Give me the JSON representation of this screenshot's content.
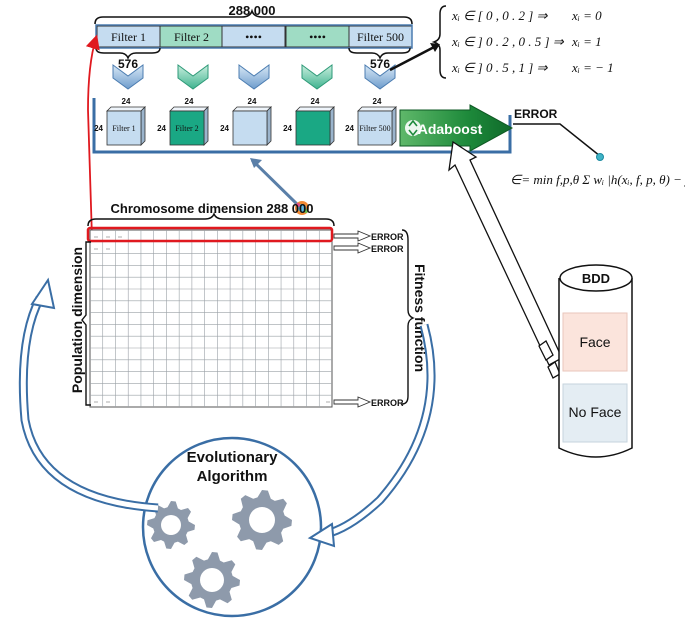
{
  "top_count": "288 000",
  "filters": [
    {
      "label": "Filter 1",
      "color": "#c5dcf0"
    },
    {
      "label": "Filter 2",
      "color": "#9fdcc4"
    },
    {
      "label": "••••",
      "color": "#c5dcf0"
    },
    {
      "label": "••••",
      "color": "#9fdcc4"
    },
    {
      "label": "Filter 500",
      "color": "#c5dcf0"
    }
  ],
  "brace_576": "576",
  "brace_576_right": "576",
  "cubes": [
    {
      "label": "Filter 1",
      "color": "#c5dcf0"
    },
    {
      "label": "Filter 2",
      "color": "#1aa884"
    },
    {
      "label": "",
      "color": "#c5dcf0"
    },
    {
      "label": "",
      "color": "#1aa884"
    },
    {
      "label": "Filter 500",
      "color": "#c5dcf0"
    }
  ],
  "dim_24": "24",
  "adaboost": "Adaboost",
  "error_top": "ERROR",
  "rules": [
    {
      "cond": "xᵢ ∈ [ 0 , 0 . 2 ] ⇒",
      "result": "xᵢ = 0"
    },
    {
      "cond": "xᵢ ∈ ] 0 . 2 , 0 . 5 ] ⇒",
      "result": "xᵢ = 1"
    },
    {
      "cond": "xᵢ ∈ ] 0 . 5 , 1 ] ⇒",
      "result": "xᵢ = − 1"
    }
  ],
  "formula": "∈= min f,p,θ Σ wᵢ |h(xᵢ, f, p, θ) − yᵢ|",
  "chromosome_label": "Chromosome dimension 288 000",
  "population_label": "Population dimension",
  "fitness_label": "Fitness function",
  "row_errors": [
    "ERROR",
    "ERROR",
    "ERROR"
  ],
  "bdd": {
    "title": "BDD",
    "face": "Face",
    "no_face": "No Face",
    "face_color": "#fbe4dc",
    "no_face_color": "#e4edf3"
  },
  "evo_label_1": "Evolutionary",
  "evo_label_2": "Algorithm",
  "colors": {
    "blue": "#3a6ea5",
    "red": "#e0191f",
    "gear": "#8e9aab",
    "arrow_green": "#1f8a3c"
  }
}
